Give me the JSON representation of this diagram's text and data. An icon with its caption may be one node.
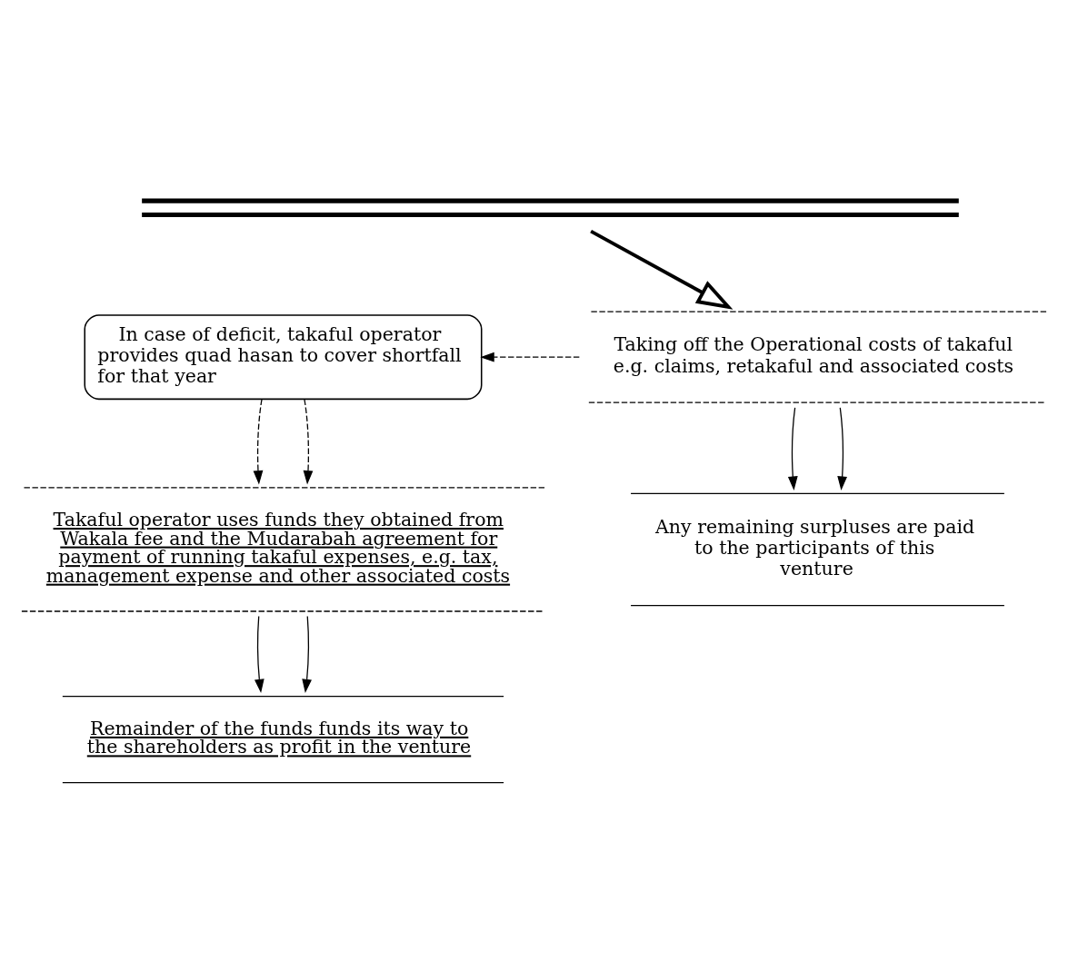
{
  "diagram": {
    "nodes": [
      {
        "text": [],
        "shape": "bar"
      },
      {
        "text": [
          "In case of deficit, takaful operator provides quad hasan to cover shortfall for that year"
        ]
      },
      {
        "text": [
          "Taking off the Operational costs of takaful e.g. claims, retakaful and associated costs"
        ]
      },
      {
        "text": [
          "Takaful operator uses funds they obtained from Wakala fee and the Mudarabah agreement for payment of running takaful expenses, e.g. tax, management expense and other associated costs"
        ]
      },
      {
        "text": [
          "Any remaining surpluses are paid to the participants of this venture"
        ]
      },
      {
        "text": [
          "Remainder of the funds funds its way to the shareholders as profit in the venture"
        ]
      }
    ],
    "edges": [
      {
        "from": 0,
        "to": 2,
        "arrow": "to",
        "style": "thick"
      },
      {
        "from": 2,
        "to": 1,
        "arrow": "to",
        "style": "dashed"
      },
      {
        "from": 1,
        "to": 3,
        "arrow": "to",
        "style": "dashed"
      },
      {
        "from": 1,
        "to": 3,
        "arrow": "to",
        "style": "dashed"
      },
      {
        "from": 2,
        "to": 4,
        "arrow": "to"
      },
      {
        "from": 2,
        "to": 4,
        "arrow": "to"
      },
      {
        "from": 3,
        "to": 5,
        "arrow": "to"
      },
      {
        "from": 3,
        "to": 5,
        "arrow": "to"
      }
    ]
  }
}
